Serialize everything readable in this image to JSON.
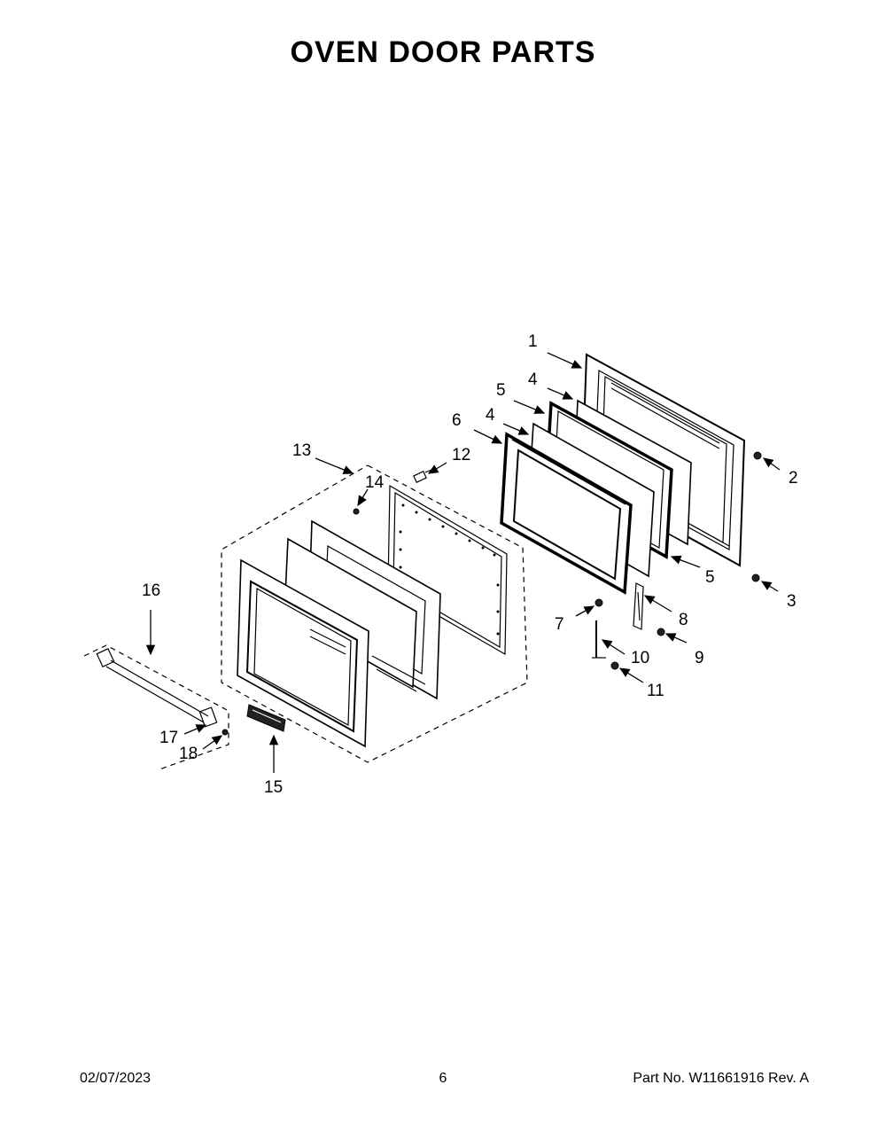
{
  "title": "OVEN DOOR PARTS",
  "footer": {
    "date": "02/07/2023",
    "page": "6",
    "part_number": "Part No.  W11661916  Rev.  A"
  },
  "callouts": {
    "c1": "1",
    "c2": "2",
    "c3": "3",
    "c4a": "4",
    "c4b": "4",
    "c5a": "5",
    "c5b": "5",
    "c6": "6",
    "c7": "7",
    "c8": "8",
    "c9": "9",
    "c10": "10",
    "c11": "11",
    "c12": "12",
    "c13": "13",
    "c14": "14",
    "c15": "15",
    "c16": "16",
    "c17": "17",
    "c18": "18"
  }
}
